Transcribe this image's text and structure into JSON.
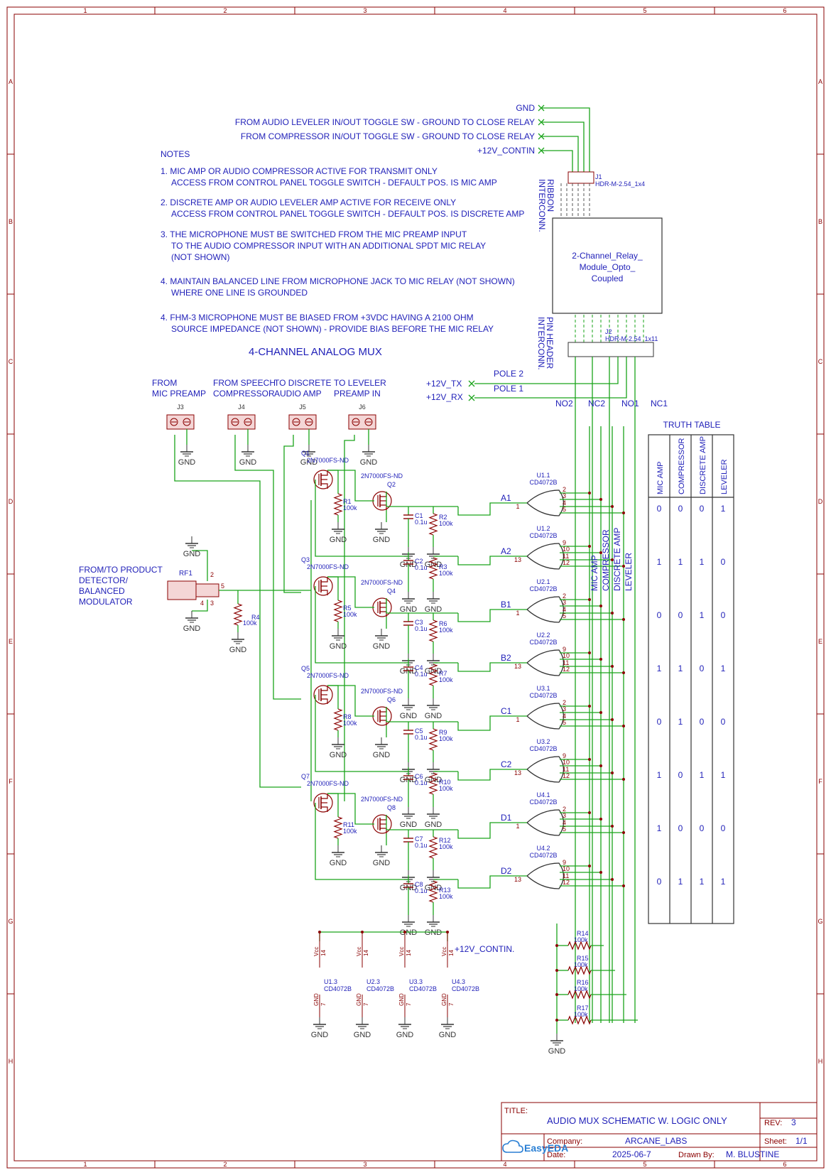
{
  "frame": {
    "col_labels": [
      "1",
      "2",
      "3",
      "4",
      "5",
      "6"
    ],
    "row_labels": [
      "A",
      "B",
      "C",
      "D",
      "E",
      "F",
      "G",
      "H"
    ]
  },
  "connector_labels": {
    "gnd": "GND",
    "leveler_sw": "FROM AUDIO LEVELER IN/OUT TOGGLE SW - GROUND TO CLOSE RELAY",
    "compressor_sw": "FROM COMPRESSOR IN/OUT TOGGLE SW - GROUND TO CLOSE RELAY",
    "v12_contin": "+12V_CONTIN",
    "v12_tx": "+12V_TX",
    "v12_rx": "+12V_RX",
    "pole2": "POLE 2",
    "pole1": "POLE 1",
    "no2": "NO2",
    "nc2": "NC2",
    "no1": "NO1",
    "nc1": "NC1",
    "ribbon_1": "RIBBON",
    "ribbon_2": "INTERCONN.",
    "pin_header_1": "PIN HEADER",
    "pin_header_2": "INTERCONN.",
    "j1_name": "J1",
    "j1_part": "HDR-M-2.54_1x4",
    "j2_name": "J2",
    "j2_part": "HDR-M-2.54_1x11",
    "relay_module": [
      "2-Channel_Relay_",
      "Module_Opto_",
      "Coupled"
    ]
  },
  "notes": {
    "title": "NOTES",
    "lines": [
      "1. MIC AMP OR AUDIO COMPRESSOR ACTIVE FOR TRANSMIT ONLY",
      "ACCESS FROM CONTROL PANEL TOGGLE SWITCH - DEFAULT POS. IS MIC AMP",
      "2. DISCRETE AMP OR AUDIO LEVELER AMP ACTIVE FOR RECEIVE ONLY",
      "ACCESS FROM CONTROL PANEL TOGGLE SWITCH - DEFAULT POS. IS DISCRETE AMP",
      "3. THE MICROPHONE MUST BE SWITCHED FROM THE MIC PREAMP INPUT",
      "TO THE AUDIO COMPRESSOR INPUT WITH AN ADDITIONAL SPDT MIC RELAY",
      "(NOT SHOWN)",
      "4. MAINTAIN BALANCED LINE FROM MICROPHONE JACK TO MIC RELAY (NOT SHOWN)",
      "WHERE ONE LINE IS GROUNDED",
      "4. FHM-3 MICROPHONE MUST BE BIASED FROM +3VDC HAVING A 2100 OHM",
      "SOURCE IMPEDANCE (NOT SHOWN) - PROVIDE BIAS BEFORE THE MIC RELAY"
    ]
  },
  "mux_title": "4-CHANNEL ANALOG MUX",
  "inputs": [
    {
      "line1": "FROM",
      "line2": "MIC PREAMP",
      "ref": "J3"
    },
    {
      "line1": "FROM SPEECH",
      "line2": "COMPRESSOR",
      "ref": "J4"
    },
    {
      "line1": "TO DISCRETE",
      "line2": "AUDIO AMP",
      "ref": "J5"
    },
    {
      "line1": "TO LEVELER",
      "line2": "PREAMP IN",
      "ref": "J6"
    }
  ],
  "rf": {
    "ref": "RF1",
    "label": [
      "FROM/TO PRODUCT",
      "DETECTOR/",
      "BALANCED",
      "MODULATOR"
    ],
    "r4": "R4",
    "r4_val": "100k"
  },
  "parts": {
    "mosfet": "2N7000FS-ND",
    "res_val": "100k",
    "cap_val": "0.1u",
    "gnd": "GND"
  },
  "stages": [
    {
      "qa": "Q1",
      "qb": "Q2",
      "ra": "R1",
      "ca": "C1",
      "rb": "R2",
      "cb": "C2",
      "rc": "R3"
    },
    {
      "qa": "Q3",
      "qb": "Q4",
      "ra": "R5",
      "ca": "C3",
      "rb": "R6",
      "cb": "C4",
      "rc": "R7"
    },
    {
      "qa": "Q5",
      "qb": "Q6",
      "ra": "R8",
      "ca": "C5",
      "rb": "R9",
      "cb": "C6",
      "rc": "R10"
    },
    {
      "qa": "Q7",
      "qb": "Q8",
      "ra": "R11",
      "ca": "C7",
      "rb": "R12",
      "cb": "C8",
      "rc": "R13"
    }
  ],
  "gates": [
    {
      "ref": "U1.1",
      "part": "CD4072B",
      "out": "A1",
      "out_pin": "1",
      "pins": [
        "2",
        "3",
        "4",
        "5"
      ]
    },
    {
      "ref": "U1.2",
      "part": "CD4072B",
      "out": "A2",
      "out_pin": "13",
      "pins": [
        "9",
        "10",
        "11",
        "12"
      ]
    },
    {
      "ref": "U2.1",
      "part": "CD4072B",
      "out": "B1",
      "out_pin": "1",
      "pins": [
        "2",
        "3",
        "4",
        "5"
      ]
    },
    {
      "ref": "U2.2",
      "part": "CD4072B",
      "out": "B2",
      "out_pin": "13",
      "pins": [
        "9",
        "10",
        "11",
        "12"
      ]
    },
    {
      "ref": "U3.1",
      "part": "CD4072B",
      "out": "C1",
      "out_pin": "1",
      "pins": [
        "2",
        "3",
        "4",
        "5"
      ]
    },
    {
      "ref": "U3.2",
      "part": "CD4072B",
      "out": "C2",
      "out_pin": "13",
      "pins": [
        "9",
        "10",
        "11",
        "12"
      ]
    },
    {
      "ref": "U4.1",
      "part": "CD4072B",
      "out": "D1",
      "out_pin": "1",
      "pins": [
        "2",
        "3",
        "4",
        "5"
      ]
    },
    {
      "ref": "U4.2",
      "part": "CD4072B",
      "out": "D2",
      "out_pin": "13",
      "pins": [
        "9",
        "10",
        "11",
        "12"
      ]
    }
  ],
  "bus_labels": [
    "MIC AMP",
    "COMPRESSOR",
    "DISCRETE AMP",
    "LEVELER"
  ],
  "pulldowns": [
    {
      "ref": "R14",
      "val": "100k"
    },
    {
      "ref": "R15",
      "val": "100k"
    },
    {
      "ref": "R16",
      "val": "100k"
    },
    {
      "ref": "R17",
      "val": "100k"
    }
  ],
  "power": {
    "label": "+12V_CONTIN.",
    "units": [
      "U1.3",
      "U2.3",
      "U3.3",
      "U4.3"
    ],
    "part": "CD4072B",
    "vcc": "Vcc",
    "vcc_pin": "14",
    "gnd_pin": "7",
    "gnd": "GND"
  },
  "truth_table": {
    "title": "TRUTH TABLE",
    "headers": [
      "MIC AMP",
      "COMPRESSOR",
      "DISCRETE AMP",
      "LEVELER"
    ],
    "rows": [
      [
        "0",
        "0",
        "0",
        "1"
      ],
      [
        "1",
        "1",
        "1",
        "0"
      ],
      [
        "0",
        "0",
        "1",
        "0"
      ],
      [
        "1",
        "1",
        "0",
        "1"
      ],
      [
        "0",
        "1",
        "0",
        "0"
      ],
      [
        "1",
        "0",
        "1",
        "1"
      ],
      [
        "1",
        "0",
        "0",
        "0"
      ],
      [
        "0",
        "1",
        "1",
        "1"
      ]
    ]
  },
  "title_block": {
    "title_label": "TITLE:",
    "title": "AUDIO MUX SCHEMATIC W. LOGIC ONLY",
    "rev_label": "REV:",
    "rev": "3",
    "company_label": "Company:",
    "company": "ARCANE_LABS",
    "sheet_label": "Sheet:",
    "sheet": "1/1",
    "date_label": "Date:",
    "date": "2025-06-7",
    "drawn_label": "Drawn By:",
    "drawn": "M. BLUSTINE",
    "logo": "EasyEDA"
  }
}
